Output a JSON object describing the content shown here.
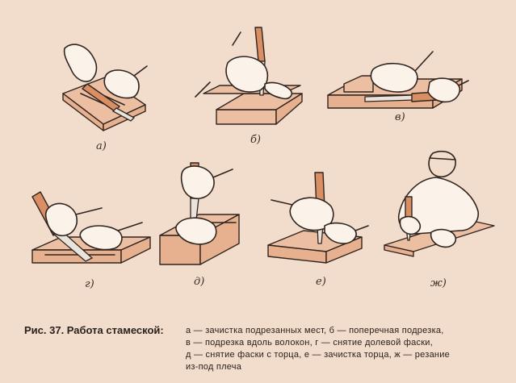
{
  "figure": {
    "panels": [
      {
        "label": "а)"
      },
      {
        "label": "б)"
      },
      {
        "label": "в)"
      },
      {
        "label": "г)"
      },
      {
        "label": "д)"
      },
      {
        "label": "е)"
      },
      {
        "label": "ж)"
      }
    ],
    "caption_title": "Рис. 37. Работа стамеской:",
    "caption_lines": [
      "а — зачистка подрезанных мест, б — поперечная подрезка,",
      "в — подрезка вдоль волокон, г — снятие долевой фаски,",
      "д — снятие фаски с торца, е — зачистка торца, ж — резание",
      "из-под плеча"
    ]
  },
  "colors": {
    "page_background": "#f2dccb",
    "wood": "#edbfa2",
    "ink": "#2f241f"
  }
}
